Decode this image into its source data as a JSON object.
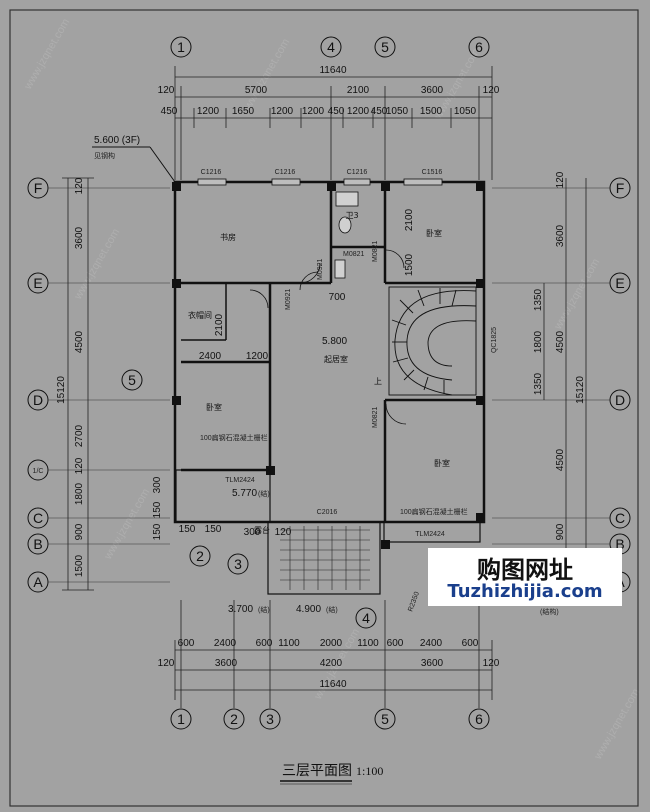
{
  "plan": {
    "title": "三层平面图",
    "scale": "1:100",
    "levels": {
      "roof_3f": "5.600 (3F)",
      "roof_note": "见钢构",
      "floor_main": "5.800",
      "terrace": "5.770",
      "terrace_unit": "(结)",
      "eave_left": "3.700",
      "eave_right": "4.900",
      "eave_unit": "(结)",
      "right_unit": "(结构)"
    }
  },
  "axes": {
    "top": [
      "1",
      "4",
      "5",
      "6"
    ],
    "bottom": [
      "1",
      "2",
      "3",
      "5",
      "6"
    ],
    "left": [
      "F",
      "E",
      "D",
      "1/C",
      "C",
      "B",
      "A"
    ],
    "right": [
      "F",
      "E",
      "D",
      "C",
      "B",
      "A"
    ],
    "extra": [
      "5",
      "2",
      "3",
      "4"
    ]
  },
  "dims_top": {
    "total": "11640",
    "row2": [
      "120",
      "5700",
      "2100",
      "3600",
      "120"
    ],
    "row3": [
      "450",
      "1200",
      "1650",
      "1200",
      "1200",
      "450",
      "1200",
      "450",
      "1050",
      "1500",
      "1050"
    ]
  },
  "dims_bottom": {
    "row1": [
      "600",
      "2400",
      "600",
      "1100",
      "2000",
      "1100",
      "600",
      "2400",
      "600"
    ],
    "row2": [
      "120",
      "3600",
      "4200",
      "3600",
      "120"
    ],
    "total": "11640"
  },
  "dims_left": {
    "outer": [
      "120",
      "3600",
      "4500",
      "2700",
      "120",
      "1800",
      "300",
      "150",
      "900",
      "1500"
    ],
    "total": "15120",
    "small": [
      "150",
      "150"
    ]
  },
  "dims_right": {
    "outer": [
      "120",
      "3600",
      "4500",
      "4500",
      "900"
    ],
    "total": "15120",
    "inner": [
      "1350",
      "1800",
      "1350"
    ]
  },
  "interior_dims": [
    "2100",
    "1500",
    "700",
    "2100",
    "2400",
    "1200",
    "300",
    "120",
    "150"
  ],
  "rooms": {
    "study": "书房",
    "bedroom_ne": "卧室",
    "closet": "衣帽间",
    "living": "起居室",
    "bedroom_w": "卧室",
    "bedroom_se": "卧室",
    "wc": "卫3",
    "terrace": "露台",
    "up": "上"
  },
  "windows": [
    "C1216",
    "C1216",
    "C1216",
    "C1516",
    "C2016",
    "TLM2424",
    "TLM2424",
    "QC1825"
  ],
  "doors": [
    "M0821",
    "M0821",
    "M0921",
    "M0921",
    "M0821"
  ],
  "notes": {
    "rail_left": "100扁钢石混凝土栅栏",
    "rail_right": "100扁钢石混凝土栅栏",
    "rise": "R2350"
  },
  "watermark": "www.jzqnet.com",
  "logo": {
    "cn": "购图网址",
    "en": "Tuzhizhijia.com"
  }
}
